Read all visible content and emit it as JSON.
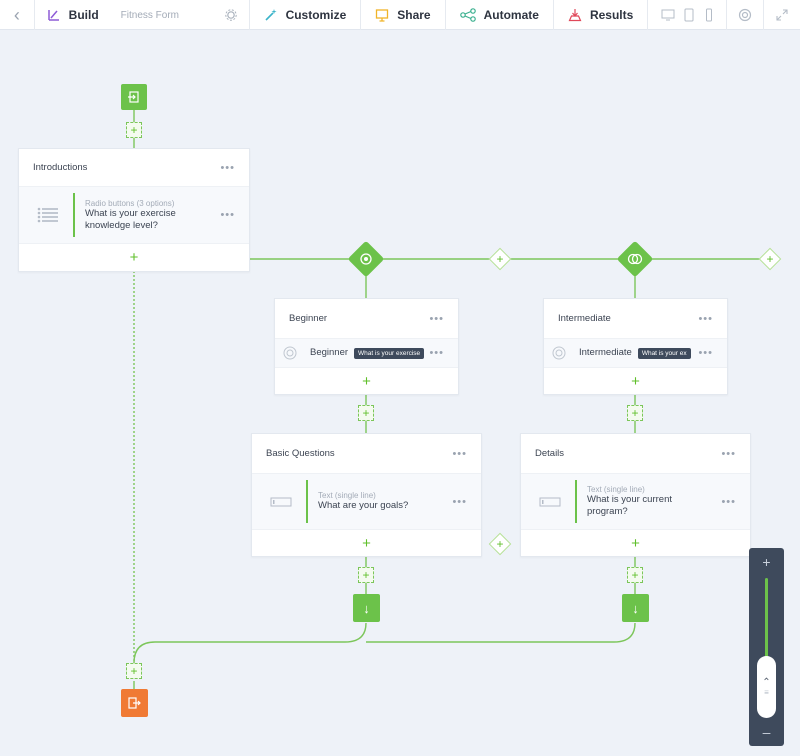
{
  "toolbar": {
    "back_icon": "chevron-left-icon",
    "build_label": "Build",
    "form_name": "Fitness Form",
    "customize_label": "Customize",
    "share_label": "Share",
    "automate_label": "Automate",
    "results_label": "Results"
  },
  "nodes": {
    "introductions": {
      "title": "Introductions",
      "field_type": "Radio buttons (3 options)",
      "field_question": "What is your exercise knowledge level?"
    },
    "beginner": {
      "title": "Beginner",
      "field_label": "Beginner",
      "field_tag": "What is your exercise"
    },
    "intermediate": {
      "title": "Intermediate",
      "field_label": "Intermediate",
      "field_tag": "What is your ex"
    },
    "basic_questions": {
      "title": "Basic Questions",
      "field_type": "Text (single line)",
      "field_question": "What are your goals?"
    },
    "details": {
      "title": "Details",
      "field_type": "Text (single line)",
      "field_question": "What is your current program?"
    }
  },
  "colors": {
    "accent": "#6cc24a",
    "end": "#f07a34",
    "panel": "#3e4a5c",
    "canvas": "#eef2f8"
  }
}
